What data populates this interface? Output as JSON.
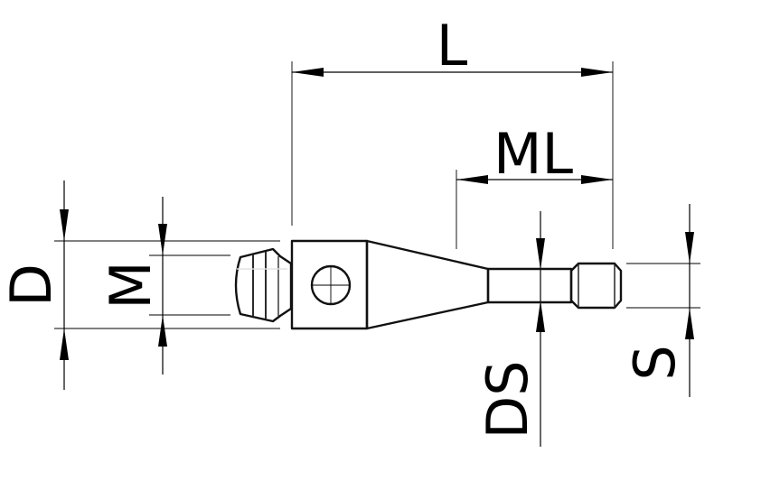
{
  "labels": {
    "L": "L",
    "ML": "ML",
    "D": "D",
    "M": "M",
    "DS": "DS",
    "S": "S"
  }
}
